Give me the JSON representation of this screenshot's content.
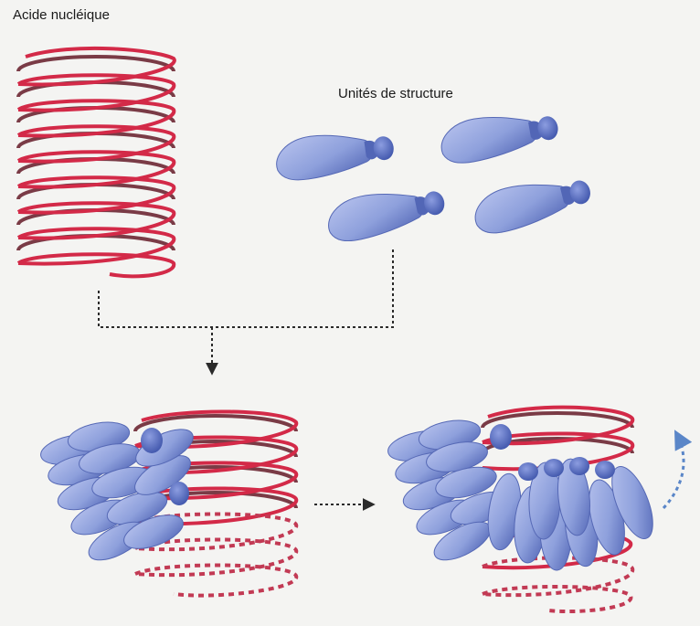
{
  "labels": {
    "nucleic_acid": "Acide nucléique",
    "structure_units": "Unités de structure"
  },
  "colors": {
    "background": "#f4f4f2",
    "helix_front": "#d32a48",
    "helix_back": "#7a3b46",
    "protein_fill": "#8ea0dc",
    "protein_dark": "#4f63b4",
    "arrow": "#2a2a2a",
    "rotation_arrow": "#5a86c8"
  },
  "icons": [
    "helix-coil",
    "protein-subunit",
    "arrow-down",
    "arrow-right",
    "curved-arrow"
  ]
}
